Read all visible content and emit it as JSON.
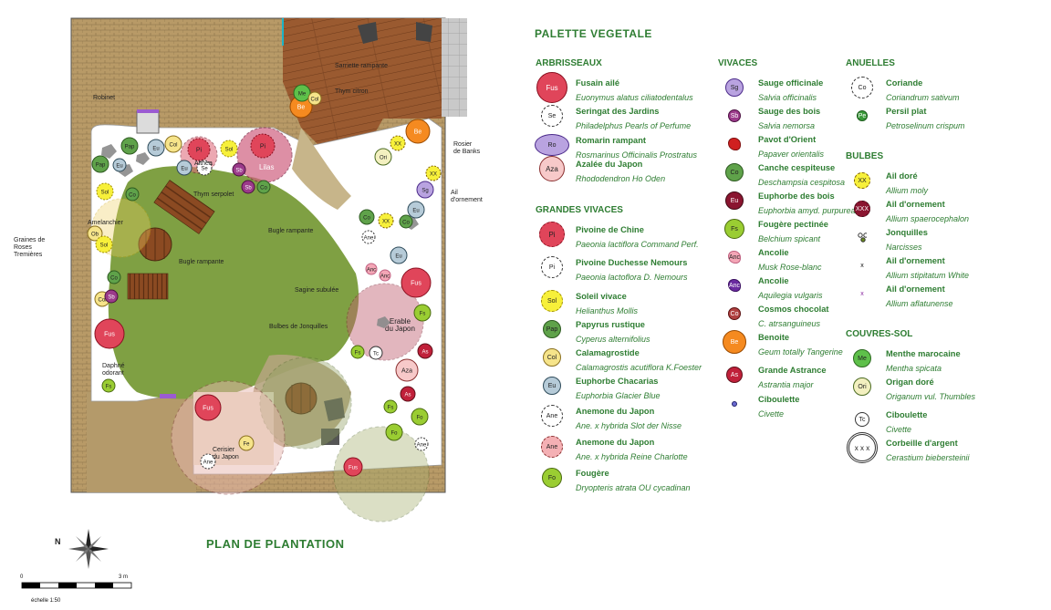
{
  "plan": {
    "title": "PLAN DE PLANTATION",
    "scale_start": "0",
    "scale_end": "3 m",
    "scale_label": "échelle 1:50",
    "north_label": "N",
    "labels": [
      {
        "id": "robinet",
        "text": "Robinet"
      },
      {
        "id": "sarriette",
        "text": "Sarriette rampante"
      },
      {
        "id": "thym_citron",
        "text": "Thym citron"
      },
      {
        "id": "rosier",
        "text": "Rosier\nde Banks"
      },
      {
        "id": "ail_orn",
        "text": "Ail\nd'ornement"
      },
      {
        "id": "thym_serp",
        "text": "Thym serpolet"
      },
      {
        "id": "bugle1",
        "text": "Bugle rampante"
      },
      {
        "id": "bugle2",
        "text": "Bugle rampante"
      },
      {
        "id": "graines",
        "text": "Graines de\nRoses\nTremières"
      },
      {
        "id": "sagine",
        "text": "Sagine subulée"
      },
      {
        "id": "jonquilles",
        "text": "Bulbes de Jonquilles"
      },
      {
        "id": "erable",
        "text": "Erable\ndu Japon"
      },
      {
        "id": "cerisier",
        "text": "Cerisier\ndu Japon"
      },
      {
        "id": "lilas",
        "text": "Lilas"
      },
      {
        "id": "althea",
        "text": "Althea"
      },
      {
        "id": "amelanchier",
        "text": "Amelanchier"
      },
      {
        "id": "daphne",
        "text": "Daphné\nodorant"
      }
    ],
    "plants": [
      {
        "c": "Pap"
      },
      {
        "c": "Eu"
      },
      {
        "c": "Col"
      },
      {
        "c": "Pi"
      },
      {
        "c": "Sol"
      },
      {
        "c": "Pi"
      },
      {
        "c": "Se"
      },
      {
        "c": "Sb"
      },
      {
        "c": "Sb"
      },
      {
        "c": "Co"
      },
      {
        "c": "Fus"
      },
      {
        "c": "Be"
      },
      {
        "c": "Me"
      },
      {
        "c": "Col"
      },
      {
        "c": "Be"
      },
      {
        "c": "XX"
      },
      {
        "c": "Ori"
      },
      {
        "c": "XX"
      },
      {
        "c": "Sg"
      },
      {
        "c": "Eu"
      },
      {
        "c": "Co"
      },
      {
        "c": "XX"
      },
      {
        "c": "Eu"
      },
      {
        "c": "Fus"
      },
      {
        "c": "Fs"
      },
      {
        "c": "As"
      },
      {
        "c": "Aza"
      },
      {
        "c": "As"
      },
      {
        "c": "Fo"
      },
      {
        "c": "Fo"
      },
      {
        "c": "Ane"
      },
      {
        "c": "Fus"
      },
      {
        "c": "Fe"
      },
      {
        "c": "Ane"
      },
      {
        "c": "Fus"
      },
      {
        "c": "Fs"
      },
      {
        "c": "Col"
      },
      {
        "c": "Sb"
      },
      {
        "c": "Co"
      },
      {
        "c": "Sol"
      },
      {
        "c": "Ob"
      },
      {
        "c": "Sol"
      },
      {
        "c": "Pap"
      },
      {
        "c": "Eu"
      },
      {
        "c": "Co"
      },
      {
        "c": "Eu"
      },
      {
        "c": "Ane"
      },
      {
        "c": "Tc"
      },
      {
        "c": "Fs"
      },
      {
        "c": "Fs"
      },
      {
        "c": "Anc"
      },
      {
        "c": "Anc"
      },
      {
        "c": "Co"
      }
    ]
  },
  "palette": {
    "title": "PALETTE VEGETALE",
    "colors": {
      "green": "#2e7d32",
      "grass": "#7fa043",
      "deck": "#9a5a30",
      "stone": "#b89a67"
    },
    "categories": [
      {
        "name": "ARBRISSEAUX",
        "items": [
          {
            "code": "Fus",
            "name": "Fusain ailé",
            "latin": "Euonymus alatus ciliatodentalus",
            "icon": "circle-red-large"
          },
          {
            "code": "Se",
            "name": "Seringat des Jardins",
            "latin": "Philadelphus Pearls of Perfume",
            "icon": "circle-dashed-white"
          },
          {
            "code": "Ro",
            "name": "Romarin rampant",
            "latin": "Rosmarinus Officinalis Prostratus",
            "icon": "ellipse-purple"
          },
          {
            "code": "Aza",
            "name": "Azalée du Japon",
            "latin": "Rhododendron Ho Oden",
            "icon": "circle-pink"
          }
        ]
      },
      {
        "name": "GRANDES VIVACES",
        "items": [
          {
            "code": "Pi",
            "name": "Pivoine de Chine",
            "latin": "Paeonia lactiflora Command Perf.",
            "icon": "circle-red"
          },
          {
            "code": "Pi",
            "name": "Pivoine Duchesse Nemours",
            "latin": "Paeonia lactoflora D. Nemours",
            "icon": "circle-dashed-white"
          },
          {
            "code": "Sol",
            "name": "Soleil vivace",
            "latin": "Helianthus Mollis",
            "icon": "circle-yellow"
          },
          {
            "code": "Pap",
            "name": "Papyrus rustique",
            "latin": "Cyperus alternifolius",
            "icon": "circle-green"
          },
          {
            "code": "Col",
            "name": "Calamagrostide",
            "latin": "Calamagrostis acutiflora K.Foester",
            "icon": "circle-light-yellow"
          },
          {
            "code": "Eu",
            "name": "Euphorbe Chacarias",
            "latin": "Euphorbia Glacier Blue",
            "icon": "circle-blue-grey"
          },
          {
            "code": "Ane",
            "name": "Anemone du Japon",
            "latin": "Ane. x hybrida Slot der Nisse",
            "icon": "circle-dashed-white"
          },
          {
            "code": "Ane",
            "name": "Anemone du Japon",
            "latin": "Ane. x hybrida Reine Charlotte",
            "icon": "circle-dashed-pink"
          },
          {
            "code": "Fo",
            "name": "Fougère",
            "latin": "Dryopteris atrata OU cycadinan",
            "icon": "circle-lime"
          }
        ]
      },
      {
        "name": "VIVACES",
        "items": [
          {
            "code": "Sg",
            "name": "Sauge officinale",
            "latin": "Salvia officinalis",
            "icon": "circle-lavender"
          },
          {
            "code": "Sb",
            "name": "Sauge des bois",
            "latin": "Salvia nemorsa",
            "icon": "circle-purple"
          },
          {
            "code": "",
            "name": "Pavot d'Orient",
            "latin": "Papaver orientalis",
            "icon": "flower-red"
          },
          {
            "code": "Co",
            "name": "Canche cespiteuse",
            "latin": "Deschampsia cespitosa",
            "icon": "circle-green"
          },
          {
            "code": "Eu",
            "name": "Euphorbe des bois",
            "latin": "Euphorbia amyd. purpurea",
            "icon": "circle-maroon"
          },
          {
            "code": "Fs",
            "name": "Fougère pectinée",
            "latin": "Belchium spicant",
            "icon": "circle-lime"
          },
          {
            "code": "Anc",
            "name": "Ancolie",
            "latin": "Musk Rose-blanc",
            "icon": "flower-pink"
          },
          {
            "code": "Anc",
            "name": "Ancolie",
            "latin": "Aquilegia vulgaris",
            "icon": "flower-purple"
          },
          {
            "code": "Co",
            "name": "Cosmos chocolat",
            "latin": "C. atrsanguineus",
            "icon": "circle-brown"
          },
          {
            "code": "Be",
            "name": "Benoite",
            "latin": "Geum totally Tangerine",
            "icon": "circle-orange"
          },
          {
            "code": "As",
            "name": "Grande Astrance",
            "latin": "Astrantia major",
            "icon": "circle-crimson"
          },
          {
            "code": "",
            "name": "Ciboulette",
            "latin": "Civette",
            "icon": "dot-blue"
          }
        ]
      },
      {
        "name": "ANUELLES",
        "items": [
          {
            "code": "Co",
            "name": "Coriande",
            "latin": "Coriandrum sativum",
            "icon": "circle-dashed-white"
          },
          {
            "code": "Pe",
            "name": "Persil plat",
            "latin": "Petroselinum crispum",
            "icon": "circle-green-small"
          }
        ]
      },
      {
        "name": "BULBES",
        "items": [
          {
            "code": "XX",
            "name": "Ail doré",
            "latin": "Allium moly",
            "icon": "circle-yellow-dashed"
          },
          {
            "code": "XXX",
            "name": "Ail d'ornement",
            "latin": "Allium spaerocephalon",
            "icon": "circle-maroon-dashed"
          },
          {
            "code": "",
            "name": "Jonquilles",
            "latin": "Narcisses",
            "icon": "triple-dot"
          },
          {
            "code": "x",
            "name": "Ail d'ornement",
            "latin": "Allium stipitatum White",
            "icon": "cross-black"
          },
          {
            "code": "x",
            "name": "Ail d'ornement",
            "latin": "Allium aflatunense",
            "icon": "cross-purple"
          }
        ]
      },
      {
        "name": "COUVRES-SOL",
        "items": [
          {
            "code": "Me",
            "name": "Menthe marocaine",
            "latin": "Mentha spicata",
            "icon": "circle-green-bright"
          },
          {
            "code": "Ori",
            "name": "Origan doré",
            "latin": "Origanum vul. Thumbles",
            "icon": "circle-cream"
          },
          {
            "code": "Tc",
            "name": "Ciboulette",
            "latin": "Civette",
            "icon": "circle-white-small"
          },
          {
            "code": "x x x",
            "name": "Corbeille d'argent",
            "latin": "Cerastium biebersteinii",
            "icon": "circle-white-large"
          }
        ]
      }
    ]
  }
}
